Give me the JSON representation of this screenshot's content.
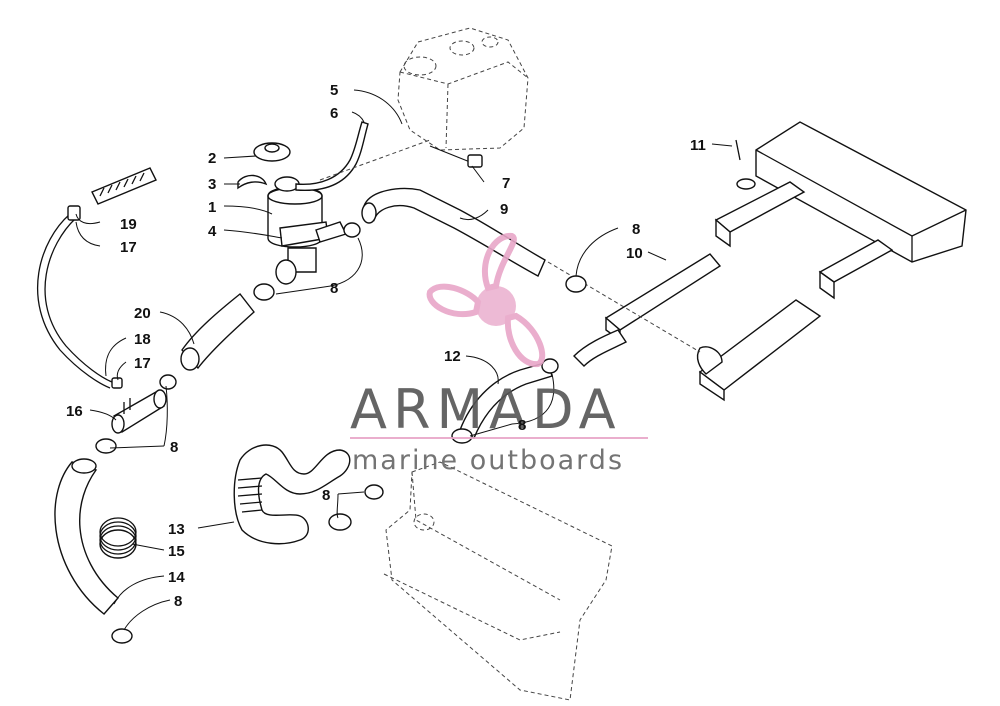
{
  "callouts": [
    {
      "id": "c5a",
      "text": "5"
    },
    {
      "id": "c6",
      "text": "6"
    },
    {
      "id": "c2",
      "text": "2"
    },
    {
      "id": "c3",
      "text": "3"
    },
    {
      "id": "c1",
      "text": "1"
    },
    {
      "id": "c4",
      "text": "4"
    },
    {
      "id": "c7",
      "text": "7"
    },
    {
      "id": "c9",
      "text": "9"
    },
    {
      "id": "c11",
      "text": "11"
    },
    {
      "id": "c8a",
      "text": "8"
    },
    {
      "id": "c10",
      "text": "10"
    },
    {
      "id": "c8b",
      "text": "8"
    },
    {
      "id": "c19",
      "text": "19"
    },
    {
      "id": "c17a",
      "text": "17"
    },
    {
      "id": "c20",
      "text": "20"
    },
    {
      "id": "c18",
      "text": "18"
    },
    {
      "id": "c17b",
      "text": "17"
    },
    {
      "id": "c16",
      "text": "16"
    },
    {
      "id": "c8c",
      "text": "8"
    },
    {
      "id": "c12",
      "text": "12"
    },
    {
      "id": "c8d",
      "text": "8"
    },
    {
      "id": "c8e",
      "text": "8"
    },
    {
      "id": "c13",
      "text": "13"
    },
    {
      "id": "c15",
      "text": "15"
    },
    {
      "id": "c14",
      "text": "14"
    },
    {
      "id": "c8f",
      "text": "8"
    }
  ],
  "watermark": {
    "title": "ARMADA",
    "subtitle": "marine outboards",
    "logo_color": "#e8a6c8",
    "text_color": "#555555"
  }
}
